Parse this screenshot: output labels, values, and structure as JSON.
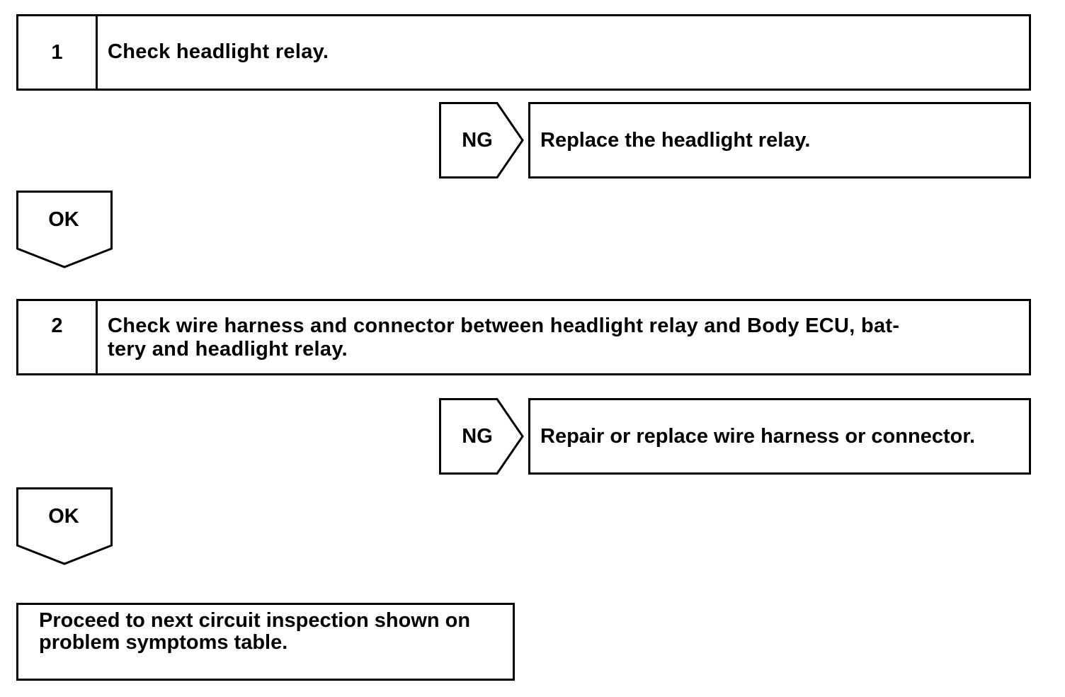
{
  "steps": [
    {
      "number": "1",
      "text": "Check headlight relay.",
      "ng_label": "NG",
      "ng_action": "Replace the headlight relay.",
      "ok_label": "OK"
    },
    {
      "number": "2",
      "text_line1": "Check wire harness and connector between headlight relay and Body ECU, bat-",
      "text_line2": "tery and headlight relay.",
      "ng_label": "NG",
      "ng_action": "Repair or replace wire harness or connector.",
      "ok_label": "OK"
    }
  ],
  "final": {
    "line1": "Proceed to next circuit inspection shown on",
    "line2": "problem symptoms table."
  }
}
